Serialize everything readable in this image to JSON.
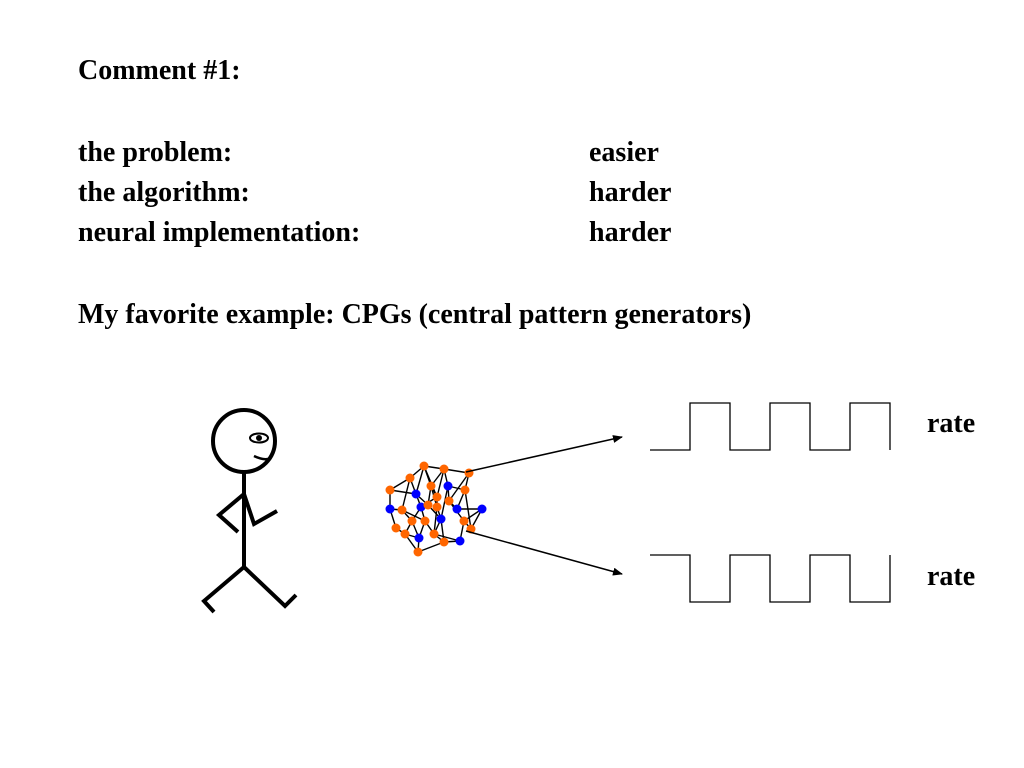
{
  "slide": {
    "title": "Comment #1:",
    "rows": [
      {
        "label": "the problem:",
        "value": "easier"
      },
      {
        "label": "the algorithm:",
        "value": "harder"
      },
      {
        "label": "neural implementation:",
        "value": "harder"
      }
    ],
    "example": "My favorite example: CPGs (central pattern generators)"
  },
  "figure": {
    "rate_labels": [
      "rate",
      "rate"
    ],
    "square_waves": [
      {
        "phase": "high-first-transition-up",
        "cycles": 3
      },
      {
        "phase": "low-first-transition-down",
        "cycles": 3
      }
    ],
    "network_node_colors": {
      "orange": "#ff6600",
      "blue": "#0000ff"
    },
    "stroke_color": "#000000"
  }
}
